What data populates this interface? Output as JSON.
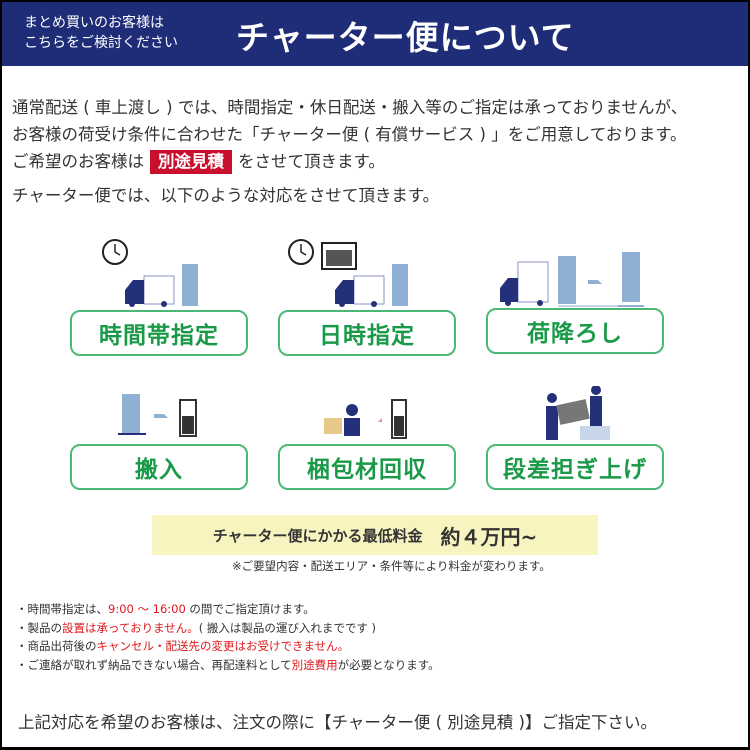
{
  "header": {
    "sub_line1": "まとめ買いのお客様は",
    "sub_line2": "こちらをご検討ください",
    "title": "チャーター便について"
  },
  "intro": {
    "line1": "通常配送 ( 車上渡し ) では、時間指定・休日配送・搬入等のご指定は承っておりませんが、",
    "line2": "お客様の荷受け条件に合わせた「チャーター便 ( 有償サービス ) 」をご用意しております。",
    "line3_pre": "ご希望のお客様は",
    "badge": "別途見積",
    "line3_post": "をさせて頂きます。"
  },
  "lead": "チャーター便では、以下のような対応をさせて頂きます。",
  "services": [
    "時間帯指定",
    "日時指定",
    "荷降ろし",
    "搬入",
    "梱包材回収",
    "段差担ぎ上げ"
  ],
  "price": {
    "label": "チャーター便にかかる最低料金",
    "amount": "約４万円~",
    "note": "※ご要望内容・配送エリア・条件等により料金が変わります。"
  },
  "notes": [
    {
      "a": "・時間帯指定は、",
      "b": "9:00 ～ 16:00",
      "c": " の間でご指定頂けます。"
    },
    {
      "a": "・製品の",
      "b": "設置は承っておりません。",
      "c": "( 搬入は製品の運び入れまでです )"
    },
    {
      "a": "・商品出荷後の",
      "b": "キャンセル・配送先の変更はお受けできません。",
      "c": ""
    },
    {
      "a": "・ご連絡が取れず納品できない場合、再配達料として",
      "b": "別途費用",
      "c": "が必要となります。"
    }
  ],
  "final": "上記対応を希望のお客様は、注文の際に【チャーター便 ( 別途見積 )】ご指定下さい。",
  "colors": {
    "navy": "#1f2d78",
    "green": "#1a9a48",
    "red": "#c8102e",
    "band": "#f7f4bf"
  }
}
